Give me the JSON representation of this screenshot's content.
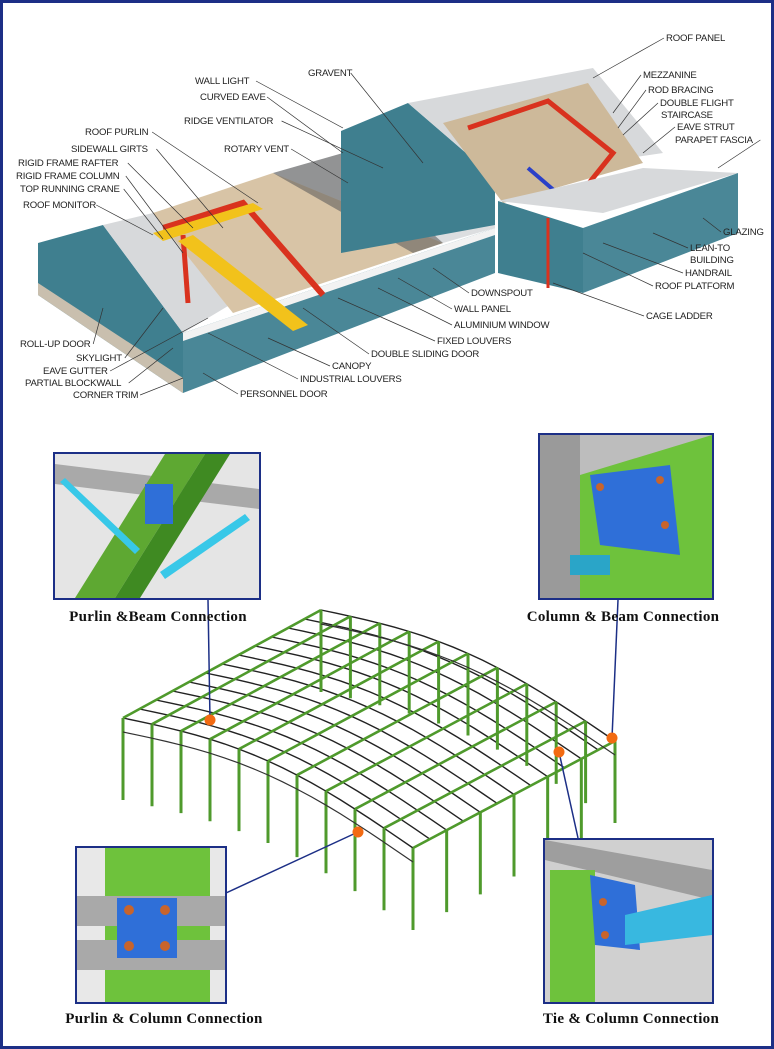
{
  "building_labels": [
    "ROOF PANEL",
    "MEZZANINE",
    "ROD BRACING",
    "DOUBLE FLIGHT",
    "STAIRCASE",
    "EAVE STRUT",
    "PARAPET FASCIA",
    "GLAZING",
    "LEAN-TO",
    "BUILDING",
    "HANDRAIL",
    "ROOF PLATFORM",
    "CAGE LADDER",
    "DOWNSPOUT",
    "WALL PANEL",
    "ALUMINIUM WINDOW",
    "FIXED LOUVERS",
    "DOUBLE SLIDING DOOR",
    "CANOPY",
    "INDUSTRIAL LOUVERS",
    "PERSONNEL DOOR",
    "CORNER TRIM",
    "PARTIAL BLOCKWALL",
    "EAVE GUTTER",
    "SKYLIGHT",
    "ROLL-UP DOOR",
    "ROOF MONITOR",
    "TOP RUNNING CRANE",
    "RIGID FRAME COLUMN",
    "RIGID FRAME RAFTER",
    "SIDEWALL GIRTS",
    "ROOF PURLIN",
    "RIDGE VENTILATOR",
    "ROTARY VENT",
    "CURVED EAVE",
    "WALL LIGHT",
    "GRAVENT"
  ],
  "connections": {
    "purlin_beam": "Purlin &Beam Connection",
    "column_beam": "Column & Beam Connection",
    "purlin_column": "Purlin & Column Connection",
    "tie_column": "Tie & Column Connection"
  },
  "colors": {
    "border": "#1c2f86",
    "wall": "#3f7f8f",
    "frame": "#d9321e",
    "crane": "#f2c21b",
    "steel": "#4f9a2c",
    "marker": "#f26a12",
    "plate": "#2f6fd8"
  }
}
